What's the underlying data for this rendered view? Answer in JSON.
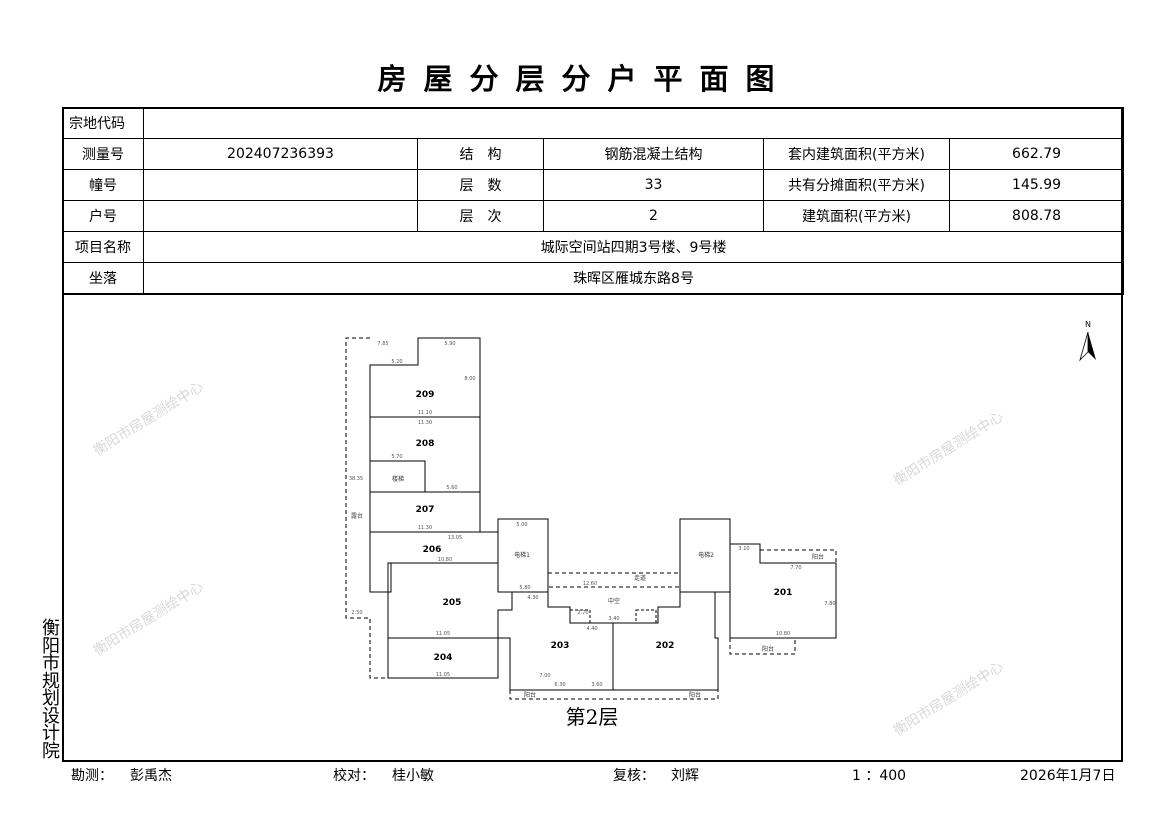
{
  "title": "房屋分层分户平面图",
  "table": {
    "land_code_label": "宗地代码",
    "land_code_value": "",
    "survey_no_label": "测量号",
    "survey_no_value": "202407236393",
    "structure_label": "结　构",
    "structure_value": "钢筋混凝土结构",
    "inner_area_label": "套内建筑面积(平方米)",
    "inner_area_value": "662.79",
    "building_no_label": "幢号",
    "building_no_value": "",
    "floors_label": "层　数",
    "floors_value": "33",
    "shared_area_label": "共有分摊面积(平方米)",
    "shared_area_value": "145.99",
    "unit_no_label": "户号",
    "unit_no_value": "",
    "floor_label": "层　次",
    "floor_value": "2",
    "building_area_label": "建筑面积(平方米)",
    "building_area_value": "808.78",
    "project_label": "项目名称",
    "project_value": "城际空间站四期3号楼、9号楼",
    "location_label": "坐落",
    "location_value": "珠晖区雁城东路8号"
  },
  "plan": {
    "floor_caption": "第2层",
    "north": "N",
    "rooms": {
      "r201": "201",
      "r202": "202",
      "r203": "203",
      "r204": "204",
      "r205": "205",
      "r206": "206",
      "r207": "207",
      "r208": "208",
      "r209": "209"
    },
    "labels": {
      "elevator1": "电梯1",
      "elevator2": "电梯2",
      "corridor": "走道",
      "atrium": "中空",
      "stair": "楼梯",
      "terrace": "露台",
      "balcony": "阳台"
    },
    "dims": {
      "d1": "7.85",
      "d2": "5.90",
      "d3": "5.20",
      "d4": "8.00",
      "d5": "11.10",
      "d6": "11.30",
      "d7": "5.70",
      "d8": "5.60",
      "d9": "11.30",
      "d10": "13.05",
      "d11": "10.80",
      "d12": "11.05",
      "d13": "11.05",
      "d14": "5.00",
      "d15": "5.80",
      "d16": "4.30",
      "d17": "2.70",
      "d18": "3.40",
      "d19": "4.40",
      "d20": "7.00",
      "d21": "6.30",
      "d22": "3.60",
      "d23": "10.80",
      "d24": "7.70",
      "d25": "3.10",
      "d26": "12.60",
      "d27": "7.80",
      "d28": "2.50",
      "d29": "38.35"
    }
  },
  "side_text": "衡阳市规划设计院",
  "watermark": "衡阳市房屋测绘中心",
  "footer": {
    "surveyor_label": "勘测：",
    "surveyor": "彭禹杰",
    "checker_label": "校对：",
    "checker": "桂小敏",
    "reviewer_label": "复核：",
    "reviewer": "刘辉",
    "scale": "1 ：400",
    "date": "2026年1月7日"
  }
}
